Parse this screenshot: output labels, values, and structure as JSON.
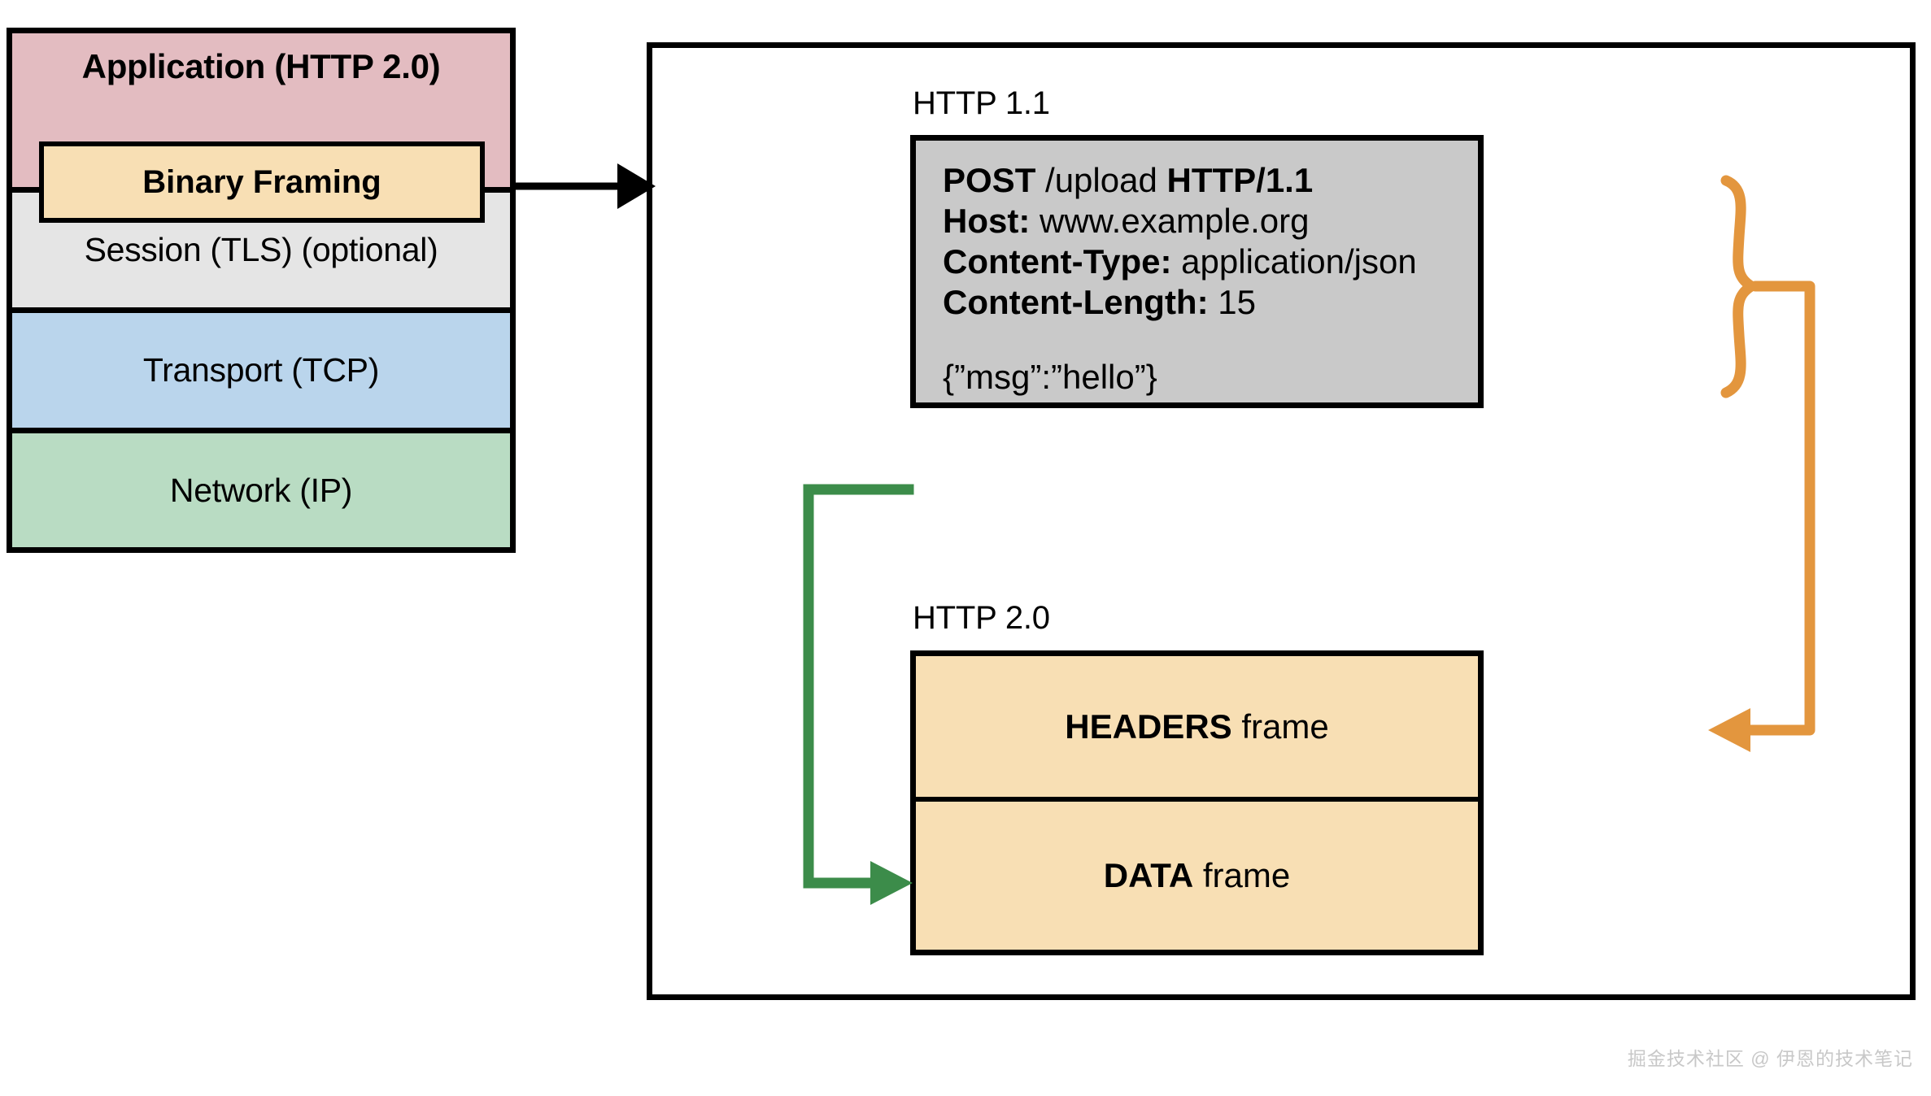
{
  "diagram": {
    "title": "HTTP 2.0 binary framing layer mapping",
    "colors": {
      "application_layer": "#e3bcc1",
      "binary_framing": "#f8dfb4",
      "session_layer": "#e5e5e5",
      "transport_layer": "#bad5ec",
      "network_layer": "#b9dcc3",
      "http11_box": "#c9c9c9",
      "frame_box": "#f8dfb4",
      "headers_arrow": "#e3963e",
      "data_arrow": "#3c8c4a",
      "stroke": "#000000"
    }
  },
  "stack": {
    "layers": [
      {
        "label": "Application (HTTP 2.0)",
        "color": "#e3bcc1"
      },
      {
        "label": "Session (TLS) (optional)",
        "color": "#e5e5e5"
      },
      {
        "label": "Transport (TCP)",
        "color": "#bad5ec"
      },
      {
        "label": "Network (IP)",
        "color": "#b9dcc3"
      }
    ],
    "binary_framing": {
      "label": "Binary Framing"
    }
  },
  "right": {
    "http11": {
      "caption": "HTTP 1.1",
      "request_lines": [
        {
          "bold_1": "POST",
          "plain_1": " /upload ",
          "bold_2": "HTTP/1.1",
          "plain_2": ""
        },
        {
          "bold_1": "Host:",
          "plain_1": " www.example.org",
          "bold_2": "",
          "plain_2": ""
        },
        {
          "bold_1": "Content-Type:",
          "plain_1": " application/json",
          "bold_2": "",
          "plain_2": ""
        },
        {
          "bold_1": "Content-Length:",
          "plain_1": " 15",
          "bold_2": "",
          "plain_2": ""
        }
      ],
      "body": "{”msg”:”hello”}"
    },
    "http20": {
      "caption": "HTTP 2.0",
      "frames": [
        {
          "bold": "HEADERS",
          "plain": " frame"
        },
        {
          "bold": "DATA",
          "plain": " frame"
        }
      ]
    }
  },
  "connectors": {
    "stack_to_panel": {
      "name": "application-to-detail-arrow",
      "color": "#000000"
    },
    "headers_brace": {
      "name": "headers-to-headers-frame",
      "color": "#e3963e"
    },
    "body_line": {
      "name": "body-to-data-frame",
      "color": "#3c8c4a"
    }
  },
  "watermark": {
    "text": "掘金技术社区 @ 伊恩的技术笔记"
  }
}
